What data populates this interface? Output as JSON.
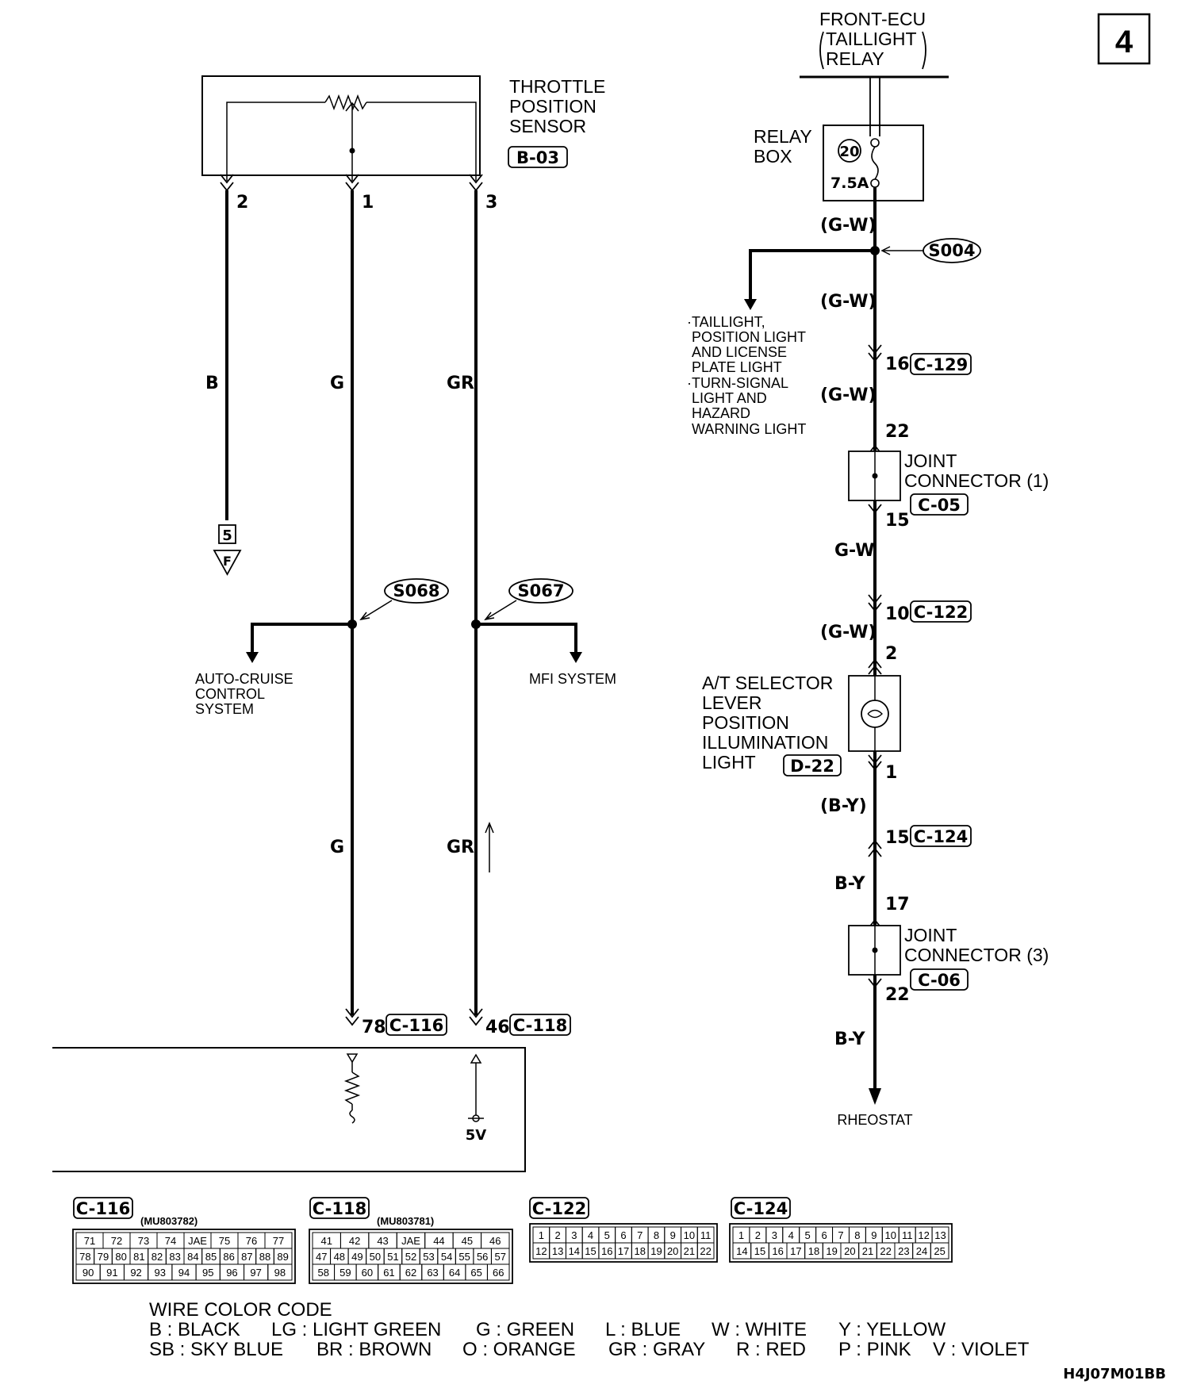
{
  "page_number": "4",
  "figure_code": "H4J07M01BB",
  "left": {
    "sensor": {
      "line1": "THROTTLE",
      "line2": "POSITION",
      "line3": "SENSOR",
      "connector": "B-03"
    },
    "pins": [
      "2",
      "1",
      "3"
    ],
    "wire_colors": {
      "b": "B",
      "g": "G",
      "gr": "GR"
    },
    "ground": {
      "number": "5",
      "letter": "F"
    },
    "splices": {
      "s068": "S068",
      "s067": "S067"
    },
    "branch_auto": {
      "line1": "AUTO-CRUISE",
      "line2": "CONTROL",
      "line3": "SYSTEM"
    },
    "branch_mfi": "MFI SYSTEM",
    "ecu_pins": {
      "p78": "78",
      "c116": "C-116",
      "p46": "46",
      "c118": "C-118"
    },
    "voltage": "5V"
  },
  "right": {
    "source": {
      "line1": "FRONT-ECU",
      "line2": "TAILLIGHT",
      "line3": "RELAY"
    },
    "relay_box": {
      "line1": "RELAY",
      "line2": "BOX",
      "fuse_no": "20",
      "fuse_rating": "7.5A"
    },
    "wire_gw_paren": "(G-W)",
    "wire_gw": "G-W",
    "wire_by_paren": "(B-Y)",
    "wire_by": "B-Y",
    "splice": "S004",
    "branch_lines": [
      "·TAILLIGHT,",
      "POSITION LIGHT",
      "AND LICENSE",
      "PLATE  LIGHT",
      "·TURN-SIGNAL",
      "LIGHT AND",
      "HAZARD",
      "WARNING LIGHT"
    ],
    "c129": {
      "pin": "16",
      "connector": "C-129"
    },
    "jc1": {
      "pin_in": "22",
      "pin_out": "15",
      "line1": "JOINT",
      "line2": "CONNECTOR (1)",
      "connector": "C-05"
    },
    "c122": {
      "pin": "10",
      "connector": "C-122"
    },
    "at_light": {
      "pin_in": "2",
      "pin_out": "1",
      "line1": "A/T SELECTOR",
      "line2": "LEVER",
      "line3": "POSITION",
      "line4": "ILLUMINATION",
      "line5": "LIGHT",
      "connector": "D-22"
    },
    "c124": {
      "pin": "15",
      "connector": "C-124"
    },
    "jc3": {
      "pin_in": "17",
      "pin_out": "22",
      "line1": "JOINT",
      "line2": "CONNECTOR (3)",
      "connector": "C-06"
    },
    "destination": "RHEOSTAT"
  },
  "connectors": {
    "c116": {
      "name": "C-116",
      "part": "(MU803782)",
      "rows": [
        [
          "71",
          "72",
          "73",
          "74",
          "JAE",
          "75",
          "76",
          "77"
        ],
        [
          "78",
          "79",
          "80",
          "81",
          "82",
          "83",
          "84",
          "85",
          "86",
          "87",
          "88",
          "89"
        ],
        [
          "90",
          "91",
          "92",
          "93",
          "94",
          "95",
          "96",
          "97",
          "98"
        ]
      ]
    },
    "c118": {
      "name": "C-118",
      "part": "(MU803781)",
      "rows": [
        [
          "41",
          "42",
          "43",
          "JAE",
          "44",
          "45",
          "46"
        ],
        [
          "47",
          "48",
          "49",
          "50",
          "51",
          "52",
          "53",
          "54",
          "55",
          "56",
          "57"
        ],
        [
          "58",
          "59",
          "60",
          "61",
          "62",
          "63",
          "64",
          "65",
          "66"
        ]
      ]
    },
    "c122": {
      "name": "C-122",
      "rows": [
        [
          "1",
          "2",
          "3",
          "4",
          "5",
          "6",
          "7",
          "8",
          "9",
          "10",
          "11"
        ],
        [
          "12",
          "13",
          "14",
          "15",
          "16",
          "17",
          "18",
          "19",
          "20",
          "21",
          "22"
        ]
      ]
    },
    "c124": {
      "name": "C-124",
      "rows": [
        [
          "1",
          "2",
          "3",
          "4",
          "5",
          "6",
          "7",
          "8",
          "9",
          "10",
          "11",
          "12",
          "13"
        ],
        [
          "14",
          "15",
          "16",
          "17",
          "18",
          "19",
          "20",
          "21",
          "22",
          "23",
          "24",
          "25"
        ]
      ]
    }
  },
  "legend": {
    "title": "WIRE COLOR CODE",
    "row1": [
      "B : BLACK",
      "LG : LIGHT GREEN",
      "G : GREEN",
      "L : BLUE",
      "W : WHITE",
      "Y : YELLOW"
    ],
    "row2": [
      "SB : SKY BLUE",
      "BR : BROWN",
      "O : ORANGE",
      "GR : GRAY",
      "R : RED",
      "P : PINK",
      "V : VIOLET"
    ]
  }
}
